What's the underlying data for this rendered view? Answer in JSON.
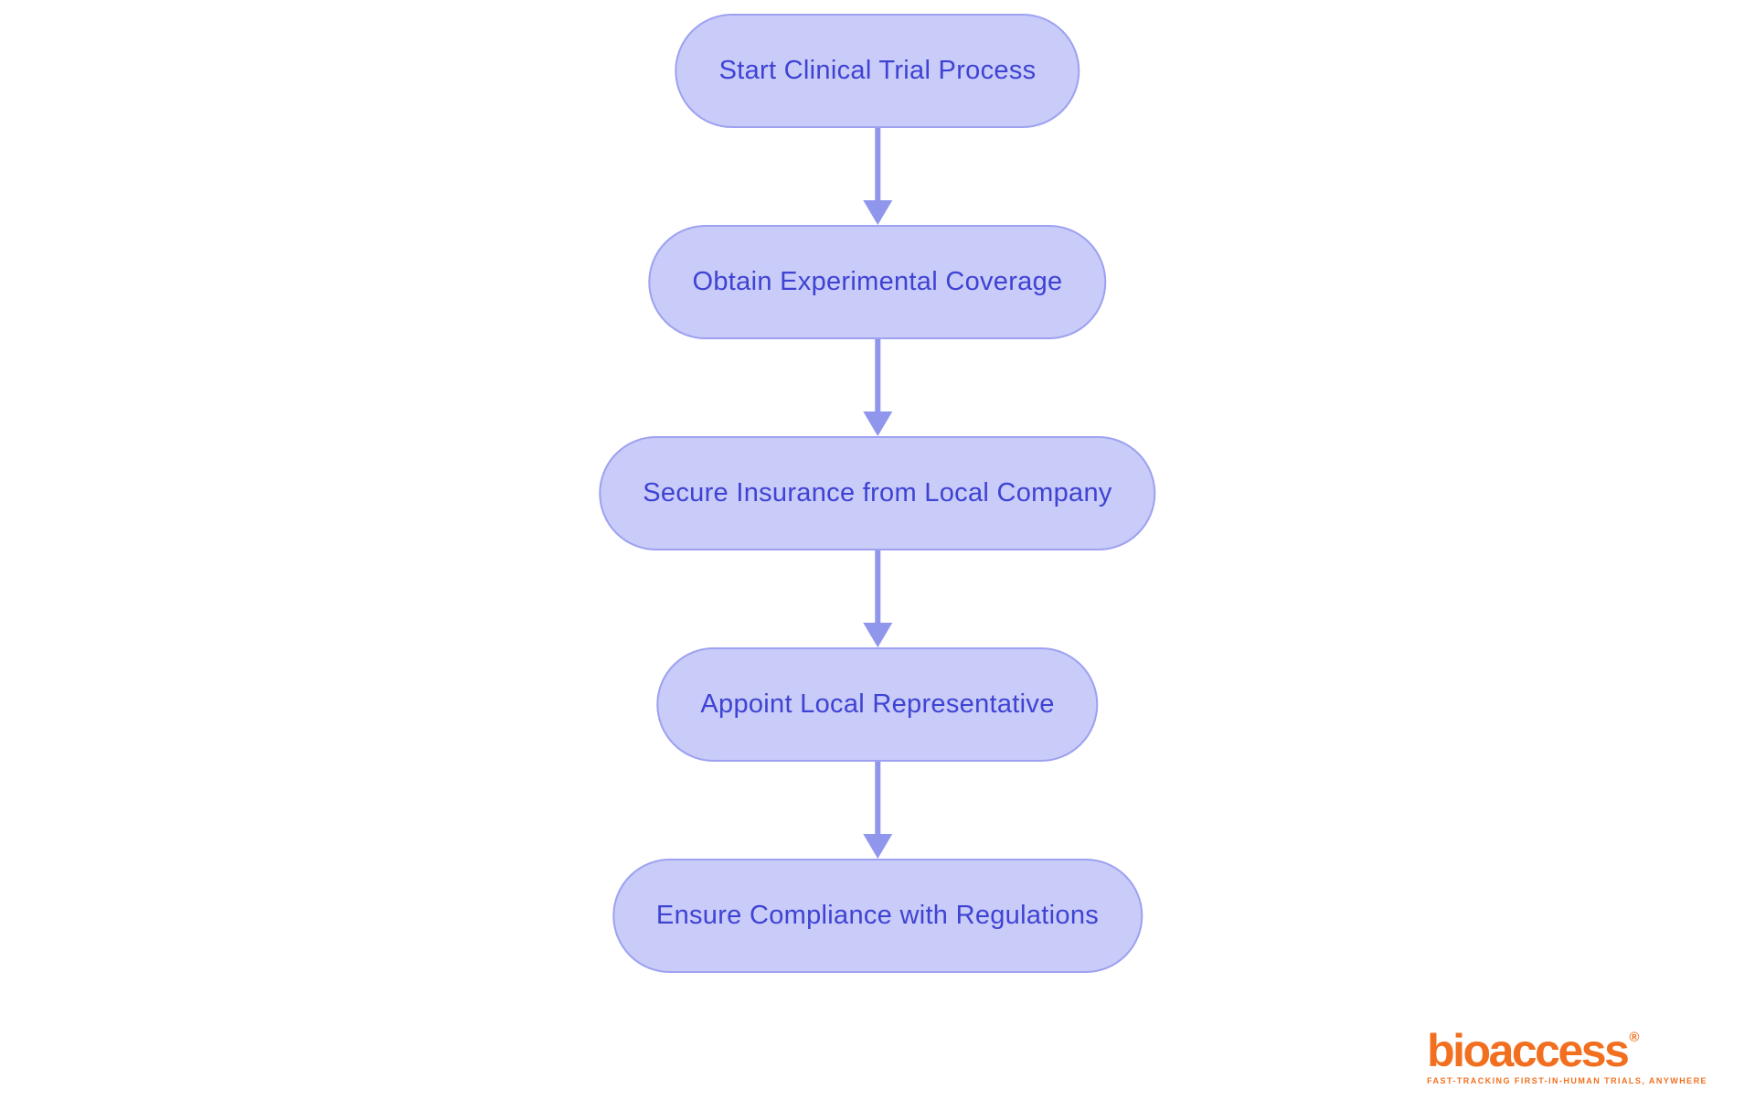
{
  "flowchart": {
    "type": "vertical-process-flow",
    "nodes": [
      {
        "id": "start-clinical-trial",
        "label": "Start Clinical Trial Process"
      },
      {
        "id": "obtain-coverage",
        "label": "Obtain Experimental Coverage"
      },
      {
        "id": "secure-insurance",
        "label": "Secure Insurance from Local Company"
      },
      {
        "id": "appoint-representative",
        "label": "Appoint Local Representative"
      },
      {
        "id": "ensure-compliance",
        "label": "Ensure Compliance with Regulations"
      }
    ],
    "edges": [
      {
        "from": "start-clinical-trial",
        "to": "obtain-coverage"
      },
      {
        "from": "obtain-coverage",
        "to": "secure-insurance"
      },
      {
        "from": "secure-insurance",
        "to": "appoint-representative"
      },
      {
        "from": "appoint-representative",
        "to": "ensure-compliance"
      }
    ]
  },
  "branding": {
    "logo_text": "bioaccess",
    "registered_mark": "®",
    "tagline": "FAST-TRACKING FIRST-IN-HUMAN TRIALS, ANYWHERE"
  },
  "theme": {
    "background": "#FFFFFF",
    "node_fill": "#C9CBF8",
    "node_border": "#9DA1F0",
    "node_text": "#3E43D3",
    "arrow_color": "#8F96EC",
    "logo_color": "#F26F1F"
  }
}
